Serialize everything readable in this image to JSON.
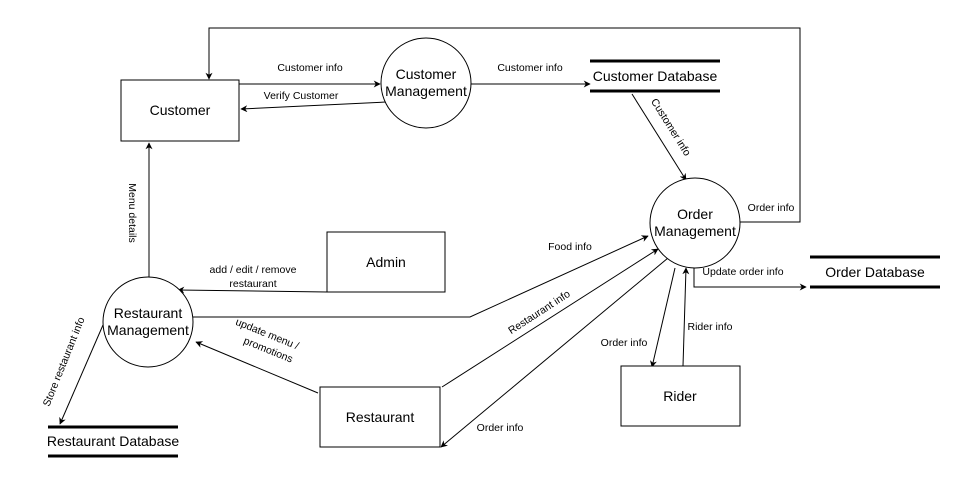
{
  "entities": {
    "customer": "Customer",
    "admin": "Admin",
    "restaurant": "Restaurant",
    "rider": "Rider"
  },
  "processes": {
    "customer_management": [
      "Customer",
      "Management"
    ],
    "order_management": [
      "Order",
      "Management"
    ],
    "restaurant_management": [
      "Restaurant",
      "Management"
    ]
  },
  "stores": {
    "customer_database": "Customer Database",
    "order_database": "Order Database",
    "restaurant_database": "Restaurant Database"
  },
  "flows": {
    "customer_to_cm": "Customer info",
    "cm_to_customer": "Verify Customer",
    "cm_to_cdb": "Customer info",
    "cdb_to_om": "Customer info",
    "om_to_customer": "Order info",
    "om_to_odb": "Update order info",
    "rm_to_customer": "Menu details",
    "admin_to_rm": [
      "add / edit / remove",
      "restaurant"
    ],
    "rm_to_om": "Food info",
    "restaurant_to_om": "Restaurant info",
    "restaurant_to_rm": [
      "update menu /",
      "promotions"
    ],
    "om_to_restaurant": "Order info",
    "om_to_rider": "Order info",
    "rider_to_om": "Rider info",
    "rm_to_rdb": "Store restaurant info"
  },
  "colors": {
    "stroke": "#000000",
    "background": "#ffffff"
  }
}
